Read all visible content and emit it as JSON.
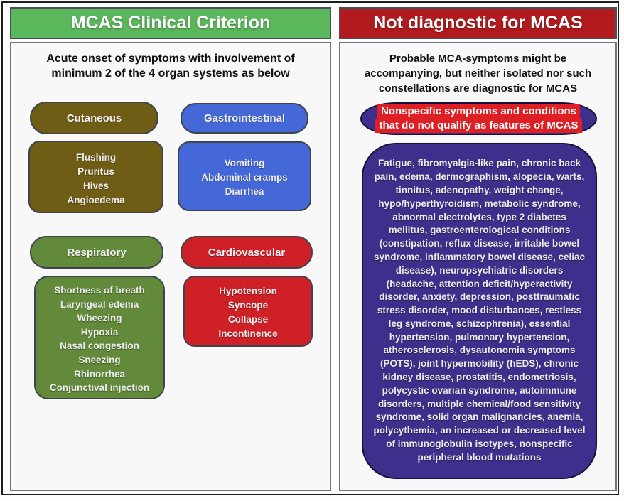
{
  "left_panel": {
    "header": "MCAS Clinical Criterion",
    "intro": "Acute onset of symptoms with involvement of minimum 2 of the 4 organ systems as below",
    "systems": [
      {
        "name": "Cutaneous",
        "color": "#6f5d16",
        "symptoms": [
          "Flushing",
          "Pruritus",
          "Hives",
          "Angioedema"
        ]
      },
      {
        "name": "Gastrointestinal",
        "color": "#4468d8",
        "symptoms": [
          "Vomiting",
          "Abdominal cramps",
          "Diarrhea"
        ]
      },
      {
        "name": "Respiratory",
        "color": "#628a3a",
        "symptoms": [
          "Shortness of breath",
          "Laryngeal edema",
          "Wheezing",
          "Hypoxia",
          "Nasal congestion",
          "Sneezing",
          "Rhinorrhea",
          "Conjunctival injection"
        ]
      },
      {
        "name": "Cardiovascular",
        "color": "#d02027",
        "symptoms": [
          "Hypotension",
          "Syncope",
          "Collapse",
          "Incontinence"
        ]
      }
    ]
  },
  "right_panel": {
    "header": "Not diagnostic for MCAS",
    "intro": "Probable MCA-symptoms might be accompanying, but neither isolated nor such constellations are diagnostic for MCAS",
    "highlight_line1": "Nonspecific symptoms and conditions",
    "highlight_line2": "that do not qualify as features of MCAS",
    "conditions": "Fatigue, fibromyalgia-like pain, chronic back pain, edema, dermographism, alopecia, warts, tinnitus, adenopathy, weight change, hypo/hyperthyroidism, metabolic syndrome, abnormal electrolytes, type 2 diabetes mellitus, gastroenterological conditions (constipation, reflux disease, irritable bowel syndrome, inflammatory bowel disease, celiac disease), neuropsychiatric disorders (headache, attention deficit/hyperactivity disorder, anxiety, depression, posttraumatic stress disorder, mood disturbances, restless leg syndrome, schizophrenia), essential hypertension, pulmonary hypertension, atherosclerosis, dysautonomia symptoms (POTS), joint hypermobility (hEDS), chronic kidney disease, prostatitis, endometriosis, polycystic ovarian syndrome, autoimmune disorders, multiple chemical/food sensitivity syndrome, solid organ malignancies, anemia, polycythemia, an increased or decreased level of immunoglobulin isotypes, nonspecific peripheral blood mutations"
  },
  "colors": {
    "left_header_bg": "#5bb75b",
    "right_header_bg": "#b11b1e",
    "purple_box_bg": "#3f2f8c",
    "highlight_bg": "#de2025",
    "panel_bg": "#f8f8f9",
    "panel_border": "#70747e",
    "outer_border": "#1e1e1e"
  }
}
